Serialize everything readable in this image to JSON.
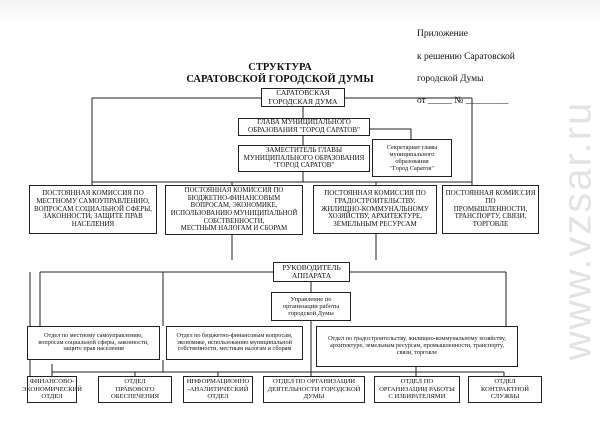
{
  "attachment": {
    "line1": "Приложение",
    "line2": "к решению Саратовской",
    "line3": "городской Думы",
    "line4": "от _____ № _________"
  },
  "title": {
    "line1": "СТРУКТУРА",
    "line2": "САРАТОВСКОЙ ГОРОДСКОЙ ДУМЫ"
  },
  "boxes": {
    "duma": "САРАТОВСКАЯ\nГОРОДСКАЯ ДУМА",
    "head": "ГЛАВА МУНИЦИПАЛЬНОГО\nОБРАЗОВАНИЯ \"ГОРОД САРАТОВ\"",
    "deputy": "ЗАМЕСТИТЕЛЬ ГЛАВЫ\nМУНИЦИПАЛЬНОГО ОБРАЗОВАНИЯ\n\"ГОРОД САРАТОВ\"",
    "secretariat": "Секретариат главы\nмуниципального\nобразования\n\"Город Саратов\"",
    "commissions": [
      "ПОСТОЯННАЯ КОМИССИЯ ПО\nМЕСТНОМУ САМОУПРАВЛЕНИЮ,\nВОПРОСАМ СОЦИАЛЬНОЙ СФЕРЫ,\nЗАКОННОСТИ, ЗАЩИТЕ ПРАВ\nНАСЕЛЕНИЯ",
      "ПОСТОЯННАЯ КОМИССИЯ ПО\nБЮДЖЕТНО-ФИНАНСОВЫМ\nВОПРОСАМ, ЭКОНОМИКЕ,\nИСПОЛЬЗОВАНИЮ МУНИЦИПАЛЬНОЙ\nСОБСТВЕННОСТИ,\nМЕСТНЫМ НАЛОГАМ И СБОРАМ",
      "ПОСТОЯННАЯ КОМИССИЯ ПО\nГРАДОСТРОИТЕЛЬСТВУ,\nЖИЛИЩНО-КОММУНАЛЬНОМУ\nХОЗЯЙСТВУ, АРХИТЕКТУРЕ,\nЗЕМЕЛЬНЫМ РЕСУРСАМ",
      "ПОСТОЯННАЯ КОМИССИЯ ПО\nПРОМЫШЛЕННОСТИ,\nТРАНСПОРТУ, СВЯЗИ,\nТОРГОВЛЕ"
    ],
    "manager": "РУКОВОДИТЕЛЬ\nАППАРАТА",
    "org_dept": "Управление по\nорганизации работы\nгородской Думы",
    "mid_depts": [
      "Отдел по местному самоуправлению,\nвопросам социальной сферы, законности,\nзащите прав населения",
      "Отдел по бюджетно-финансовым вопросам,\nэкономике, использованию муниципальной\nсобственности, местным налогам и сборам",
      "Отдел по градостроительству, жилищно-коммунальному хозяйству,\nархитектуре, земельным ресурсам, промышленности, транспорту,\nсвязи, торговле"
    ],
    "bottom_depts": [
      "ФИНАНСОВО-\nЭКОНОМИЧЕСКИЙ\nОТДЕЛ",
      "ОТДЕЛ\nПРАВОВОГО\nОБЕСПЕЧЕНИЯ",
      "ИНФОРМАЦИОННО\n-АНАЛИТИЧЕСКИЙ\nОТДЕЛ",
      "ОТДЕЛ ПО ОРГАНИЗАЦИИ\nДЕЯТЕЛЬНОСТИ ГОРОДСКОЙ\nДУМЫ",
      "ОТДЕЛ ПО\nОРГАНИЗАЦИИ РАБОТЫ\nС ИЗБИРАТЕЛЯМИ",
      "ОТДЕЛ\nКОНТРАКТНОЙ СЛУЖБЫ"
    ]
  },
  "watermark": "www.vzsar.ru"
}
